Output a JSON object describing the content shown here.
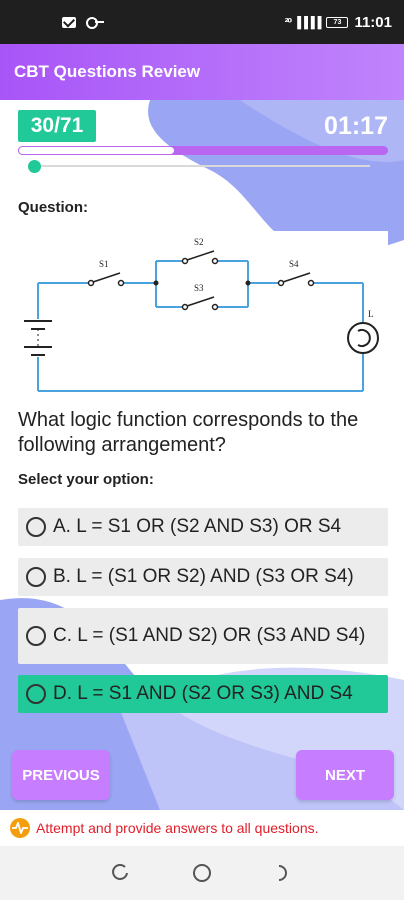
{
  "status_bar": {
    "time": "11:01",
    "signal": "²⁰ ▐▐▐▐",
    "battery": "73"
  },
  "app_bar": {
    "title": "CBT Questions Review"
  },
  "quiz": {
    "counter": "30/71",
    "timer": "01:17",
    "progress_fraction": 0.423,
    "question_label": "Question:",
    "question_text": "What logic function corresponds to the following arrangement?",
    "select_label": "Select your option:",
    "options": [
      {
        "label": "A. L = S1 OR (S2 AND S3) OR S4",
        "selected": false
      },
      {
        "label": "B. L = (S1 OR S2) AND (S3 OR S4)",
        "selected": false
      },
      {
        "label": "C. L = (S1 AND S2) OR (S3 AND S4)",
        "selected": false
      },
      {
        "label": "D. L = S1 AND (S2 OR S3) AND S4",
        "selected": true
      }
    ]
  },
  "circuit": {
    "s1": "S1",
    "s2": "S2",
    "s3": "S3",
    "s4": "S4",
    "lamp": "L"
  },
  "buttons": {
    "previous": "PREVIOUS",
    "next": "NEXT"
  },
  "notice": {
    "text": "Attempt and provide answers to all questions."
  },
  "colors": {
    "accent": "#20c997",
    "purple": "#c77dff",
    "appbar": "#a855f7",
    "warning": "#e11d2a"
  }
}
